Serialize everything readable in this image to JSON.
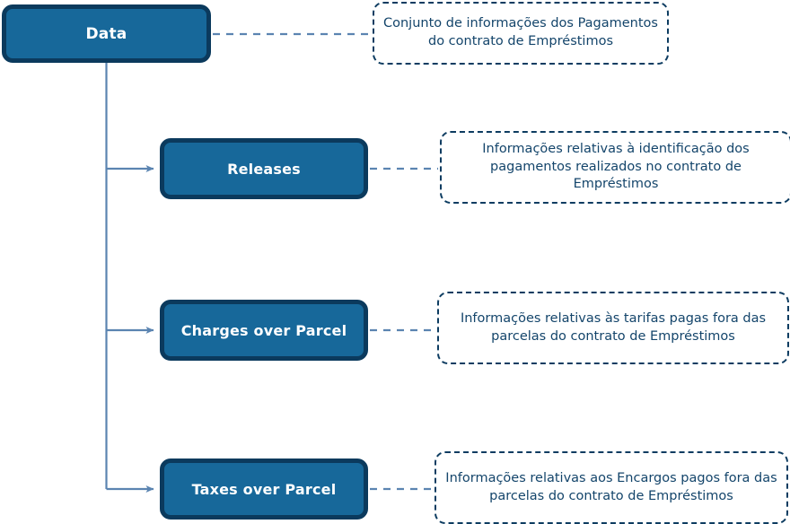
{
  "diagram": {
    "type": "hierarchy-tree-with-annotations",
    "title": "Data",
    "colors": {
      "node_fill": "#17689A",
      "node_border": "#0B3A5D",
      "node_text": "#FFFFFF",
      "note_border": "#0D3C61",
      "note_text": "#14456B",
      "connector": "#5B84B1",
      "background": "#FFFFFF"
    },
    "root": {
      "label": "Data",
      "note": "Conjunto de informações dos Pagamentos do contrato de Empréstimos"
    },
    "children": [
      {
        "label": "Releases",
        "note": "Informações relativas à identificação dos pagamentos realizados no contrato de Empréstimos"
      },
      {
        "label": "Charges over Parcel",
        "note": "Informações relativas às tarifas pagas fora das parcelas do contrato de Empréstimos"
      },
      {
        "label": "Taxes over Parcel",
        "note": "Informações relativas aos Encargos pagos fora das parcelas do contrato de Empréstimos"
      }
    ]
  }
}
